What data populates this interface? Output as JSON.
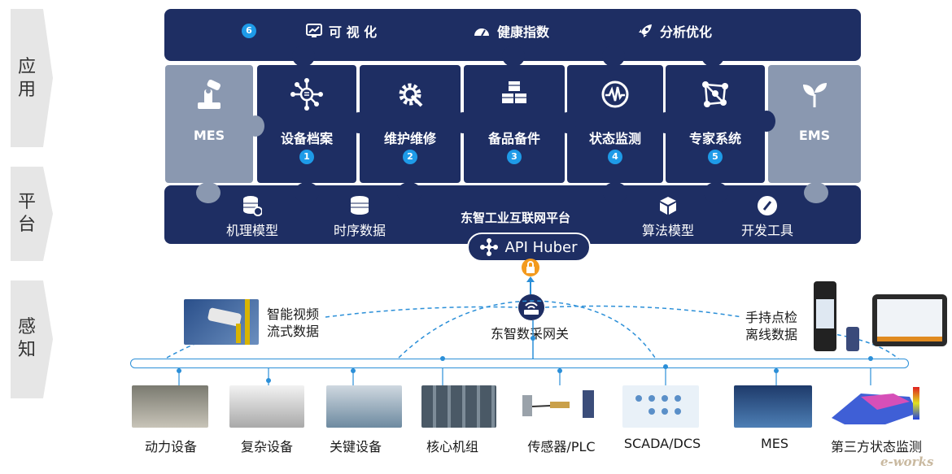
{
  "side_labels": [
    {
      "text": "应用"
    },
    {
      "text": "平台"
    },
    {
      "text": "感知"
    }
  ],
  "top_bar": {
    "badge": "6",
    "items": [
      {
        "label": "可 视 化",
        "icon": "chart-icon"
      },
      {
        "label": "健康指数",
        "icon": "gauge-icon"
      },
      {
        "label": "分析优化",
        "icon": "rocket-icon"
      }
    ]
  },
  "apps": [
    {
      "label": "MES",
      "badge": "",
      "icon": "robot-arm-icon",
      "style": "grey"
    },
    {
      "label": "设备档案",
      "badge": "1",
      "icon": "network-icon",
      "style": "dark"
    },
    {
      "label": "维护维修",
      "badge": "2",
      "icon": "gear-wrench-icon",
      "style": "dark"
    },
    {
      "label": "备品备件",
      "badge": "3",
      "icon": "boxes-icon",
      "style": "dark"
    },
    {
      "label": "状态监测",
      "badge": "4",
      "icon": "pulse-icon",
      "style": "dark"
    },
    {
      "label": "专家系统",
      "badge": "5",
      "icon": "graph-icon",
      "style": "dark"
    },
    {
      "label": "EMS",
      "badge": "",
      "icon": "leaf-icon",
      "style": "grey"
    }
  ],
  "platform": {
    "title": "东智工业互联网平台",
    "items": [
      {
        "label": "机理模型",
        "icon": "database-gear-icon"
      },
      {
        "label": "时序数据",
        "icon": "database-icon"
      },
      {
        "label": "算法模型",
        "icon": "cube-icon"
      },
      {
        "label": "开发工具",
        "icon": "tool-icon"
      }
    ]
  },
  "api_hub": {
    "label": "API Huber",
    "icon": "hub-icon"
  },
  "perception": {
    "gateway": "东智数采网关",
    "video_line1": "智能视频",
    "video_line2": "流式数据",
    "handheld_line1": "手持点检",
    "handheld_line2": "离线数据"
  },
  "devices": [
    {
      "label": "动力设备"
    },
    {
      "label": "复杂设备"
    },
    {
      "label": "关键设备"
    },
    {
      "label": "核心机组"
    },
    {
      "label": "传感器/PLC"
    },
    {
      "label": "SCADA/DCS"
    },
    {
      "label": "MES"
    },
    {
      "label": "第三方状态监测"
    }
  ],
  "watermark": "e-works",
  "colors": {
    "navy": "#1e2e63",
    "grey_card": "#8a98b0",
    "badge_blue": "#1e9be8",
    "bus_blue": "#2b8fd8",
    "lock_orange": "#f39a1e"
  }
}
